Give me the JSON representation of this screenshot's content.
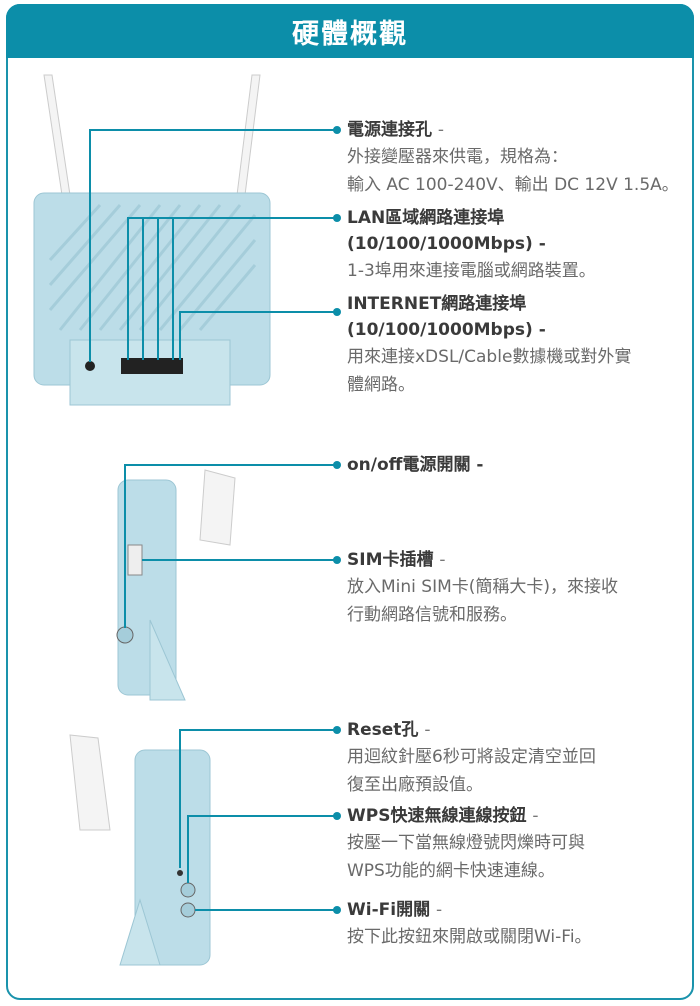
{
  "header": {
    "title": "硬體概觀"
  },
  "items": [
    {
      "title": "電源連接孔",
      "desc": [
        "外接變壓器來供電，規格為：",
        "輸入 AC 100-240V、輸出 DC 12V 1.5A。"
      ]
    },
    {
      "title": "LAN區域網路連接埠",
      "title2": "(10/100/1000Mbps)",
      "desc": [
        "1-3埠用來連接電腦或網路裝置。"
      ]
    },
    {
      "title": "INTERNET網路連接埠",
      "title2": "(10/100/1000Mbps)",
      "desc": [
        "用來連接xDSL/Cable數據機或對外實",
        "體網路。"
      ]
    },
    {
      "title": "on/off電源開關",
      "desc": []
    },
    {
      "title": "SIM卡插槽",
      "desc": [
        "放入Mini SIM卡(簡稱大卡)，來接收",
        "行動網路信號和服務。"
      ]
    },
    {
      "title": "Reset孔",
      "desc": [
        "用迴紋針壓6秒可將設定清空並回",
        "復至出廠預設值。"
      ]
    },
    {
      "title": "WPS快速無線連線按鈕",
      "desc": [
        "按壓一下當無線燈號閃爍時可與",
        "WPS功能的網卡快速連線。"
      ]
    },
    {
      "title": "Wi-Fi開關",
      "desc": [
        "按下此按鈕來開啟或關閉Wi-Fi。"
      ]
    }
  ],
  "dash": "-",
  "colors": {
    "accent": "#0c8ea9",
    "device": "#bcdde8"
  }
}
